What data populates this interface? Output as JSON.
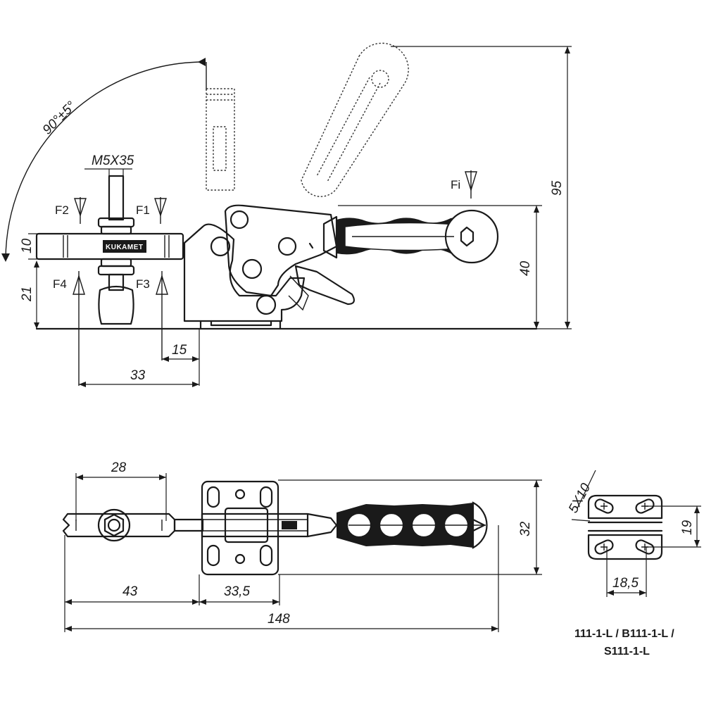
{
  "drawing": {
    "angle_label": "90°±5°",
    "thread_label": "M5X35",
    "brand_text": "KUKAMET",
    "forces": {
      "f1": "F1",
      "f2": "F2",
      "f3": "F3",
      "f4": "F4",
      "fi": "Fi"
    },
    "side_view_dims": {
      "d10": "10",
      "d21": "21",
      "d40": "40",
      "d95": "95",
      "d15": "15",
      "d33": "33"
    },
    "top_view_dims": {
      "d28": "28",
      "d43": "43",
      "d33_5": "33,5",
      "d148": "148",
      "d32": "32"
    },
    "base_view_dims": {
      "slot": "5X10",
      "d19": "19",
      "d18_5": "18,5"
    },
    "model_codes": {
      "line1": "111-1-L / B111-1-L /",
      "line2": "S111-1-L"
    }
  }
}
